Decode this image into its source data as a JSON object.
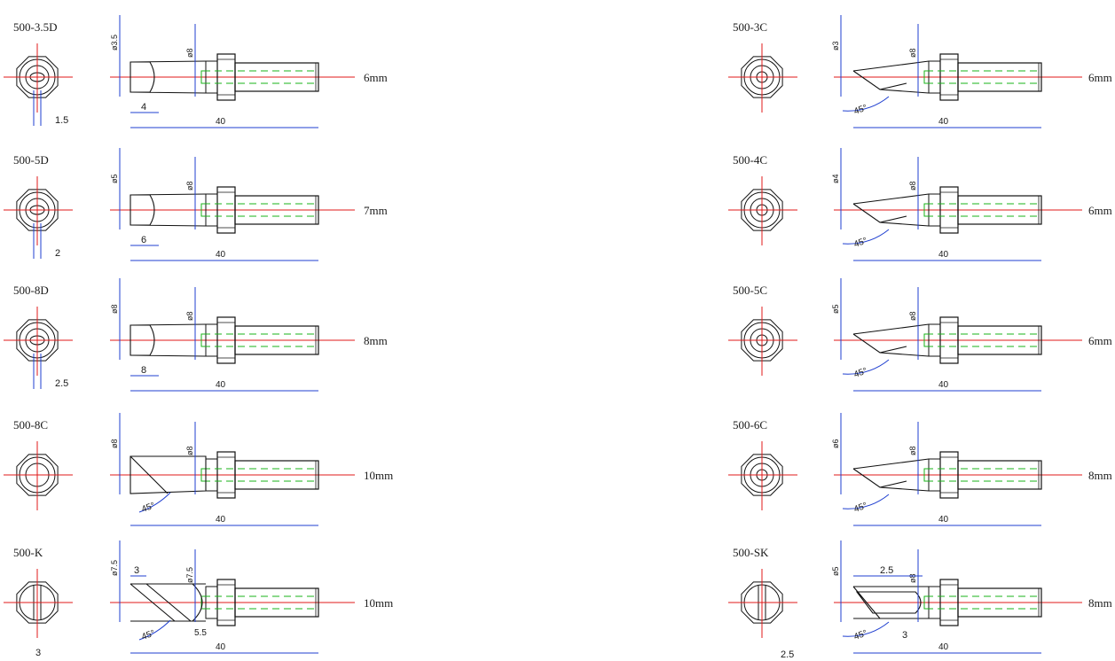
{
  "title": "",
  "colors": {
    "outline": "#111111",
    "centerline": "#e01818",
    "dimension": "#1f3fd0",
    "bore": "#19b319"
  },
  "tips": [
    {
      "model": "500-3.5D",
      "tip_dia": "ø3.5",
      "body_dia": "ø8",
      "face": "4",
      "width": "1.5",
      "length": "40",
      "depth": "6mm"
    },
    {
      "model": "500-5D",
      "tip_dia": "ø5",
      "body_dia": "ø8",
      "face": "6",
      "width": "2",
      "length": "40",
      "depth": "7mm"
    },
    {
      "model": "500-8D",
      "tip_dia": "ø8",
      "body_dia": "ø8",
      "face": "8",
      "width": "2.5",
      "length": "40",
      "depth": "8mm"
    },
    {
      "model": "500-8C",
      "tip_dia": "ø8",
      "body_dia": "ø8",
      "angle": "45°",
      "length": "40",
      "depth": "10mm"
    },
    {
      "model": "500-K",
      "tip_dia": "ø7.5",
      "body_dia": "ø7.5",
      "angle": "45°",
      "top": "3",
      "bottom": "5.5",
      "width": "3",
      "length": "40",
      "depth": "10mm"
    },
    {
      "model": "500-3C",
      "tip_dia": "ø3",
      "body_dia": "ø8",
      "angle": "45°",
      "length": "40",
      "depth": "6mm"
    },
    {
      "model": "500-4C",
      "tip_dia": "ø4",
      "body_dia": "ø8",
      "angle": "45°",
      "length": "40",
      "depth": "6mm"
    },
    {
      "model": "500-5C",
      "tip_dia": "ø5",
      "body_dia": "ø8",
      "angle": "45°",
      "length": "40",
      "depth": "6mm"
    },
    {
      "model": "500-6C",
      "tip_dia": "ø6",
      "body_dia": "ø8",
      "angle": "45°",
      "length": "40",
      "depth": "8mm"
    },
    {
      "model": "500-SK",
      "tip_dia": "ø5",
      "body_dia": "ø8",
      "angle": "45°",
      "top": "2.5",
      "bottom": "3",
      "width": "2.5",
      "length": "40",
      "depth": "8mm"
    }
  ]
}
